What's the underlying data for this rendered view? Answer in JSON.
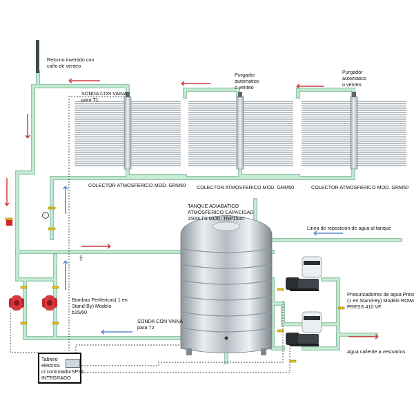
{
  "labels": {
    "return_vent": [
      "Retorno invertido con",
      "caño de venteo"
    ],
    "sensor_t1": [
      "SONDA CON VAINA",
      "para T1"
    ],
    "purger_2": [
      "Purgador",
      "automatico",
      "o venteo"
    ],
    "purger_3": [
      "Purgador",
      "automatico",
      "o venteo"
    ],
    "collector_1": "COLECTOR ATMOSFERICO MOD. GRM50",
    "collector_2": "COLECTOR ATMOSFERICO MOD. GRM50",
    "collector_3": "COLECTOR ATMOSFERICO MOD. GRM50",
    "tank": [
      "TANQUE ADIABATICO",
      "ATMOSFERICO CAPACIDAD",
      "1500LTS    MOD.  TNP1500"
    ],
    "refill_line": "Linea de reposicion de agua  al tanque",
    "pumps": [
      "Bombas Perifericas( 1 en",
      "Stand-By) Modelo",
      "b15/60"
    ],
    "pressurizers": [
      "Presurizadorres de agua Press",
      "(1 en Stand-By) Modelo ROWA",
      "PRESS 410 VF"
    ],
    "sensor_t2": [
      "SONDA CON VAINA",
      "para T2"
    ],
    "hot_water": "Agua caliente a vestuarios",
    "control_panel": [
      "Tablero",
      "electrico",
      "c/ controladorSP26",
      "INTEGRADO"
    ]
  },
  "colors": {
    "pipe": "#c9ecd7",
    "pipe_edge": "#74b590",
    "flow_red": "#d43a3a",
    "flow_blue": "#5a86c8",
    "tank_steel": "#c4cbd1",
    "pump_red": "#c8272d"
  }
}
